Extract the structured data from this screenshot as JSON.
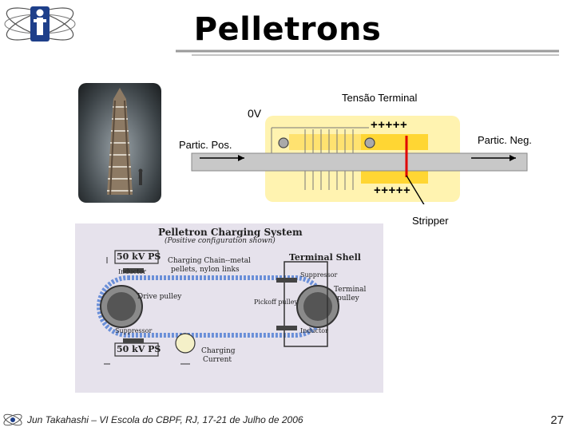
{
  "slide": {
    "title": "Pelletrons",
    "footer": "Jun Takahashi – VI Escola do CBPF, RJ, 17-21 de Julho de 2006",
    "page_number": "27"
  },
  "diagram": {
    "label_0v": "0V",
    "label_tensao": "Tensão Terminal",
    "plus_top": "+++++",
    "plus_bottom": "+++++",
    "label_partic_pos": "Partic. Pos.",
    "label_partic_neg": "Partic. Neg.",
    "label_stripper": "Stripper"
  },
  "schematic": {
    "title": "Pelletron Charging System",
    "subtitle": "(Positive configuration shown)",
    "ps_top": "50 kV PS",
    "ps_bottom": "50 kV PS",
    "chain_label_1": "Charging Chain--metal",
    "chain_label_2": "pellets, nylon links",
    "terminal_shell": "Terminal Shell",
    "inductor_left": "Inductor",
    "drive_pulley": "Drive pulley",
    "suppressor_left": "Suppressor",
    "suppressor_right": "Suppressor",
    "pickoff_pulley": "Pickoff pulley",
    "terminal_pulley_1": "Terminal",
    "terminal_pulley_2": "pulley",
    "inductor_right": "Inductor",
    "charging_1": "Charging",
    "charging_2": "Current"
  },
  "colors": {
    "chamber": "#fff3b0",
    "terminal": "#ffd633",
    "beam_tube": "#c8c8c8",
    "stripper": "#e00000",
    "schematic_bg": "#e6e2ec",
    "chain": "#6a8fd8"
  }
}
